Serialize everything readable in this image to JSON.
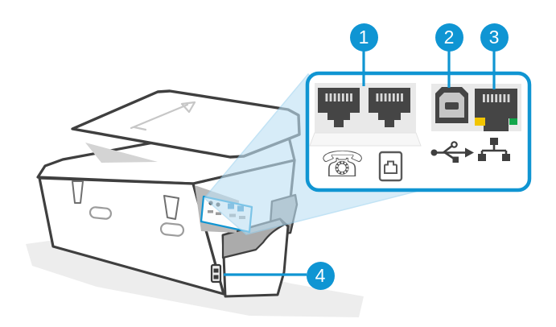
{
  "figure": {
    "callouts": [
      {
        "number": "1",
        "target": "fax-phone-ports"
      },
      {
        "number": "2",
        "target": "usb-port"
      },
      {
        "number": "3",
        "target": "ethernet-port"
      },
      {
        "number": "4",
        "target": "power-connector"
      }
    ],
    "glyphs": {
      "telephone": "☏"
    },
    "ports": {
      "phone_jack_count": 2,
      "usb_type": "USB-B",
      "ethernet_led_colors": [
        "yellow",
        "green"
      ]
    },
    "colors": {
      "accent_blue": "#0f95d3",
      "highlight_wedge": "#bfe1f4",
      "port_dark": "#454545",
      "plate_gray": "#e9e9e9",
      "led_yellow": "#f2c500",
      "led_green": "#12a64b",
      "shadow_gray": "#ededed"
    }
  }
}
